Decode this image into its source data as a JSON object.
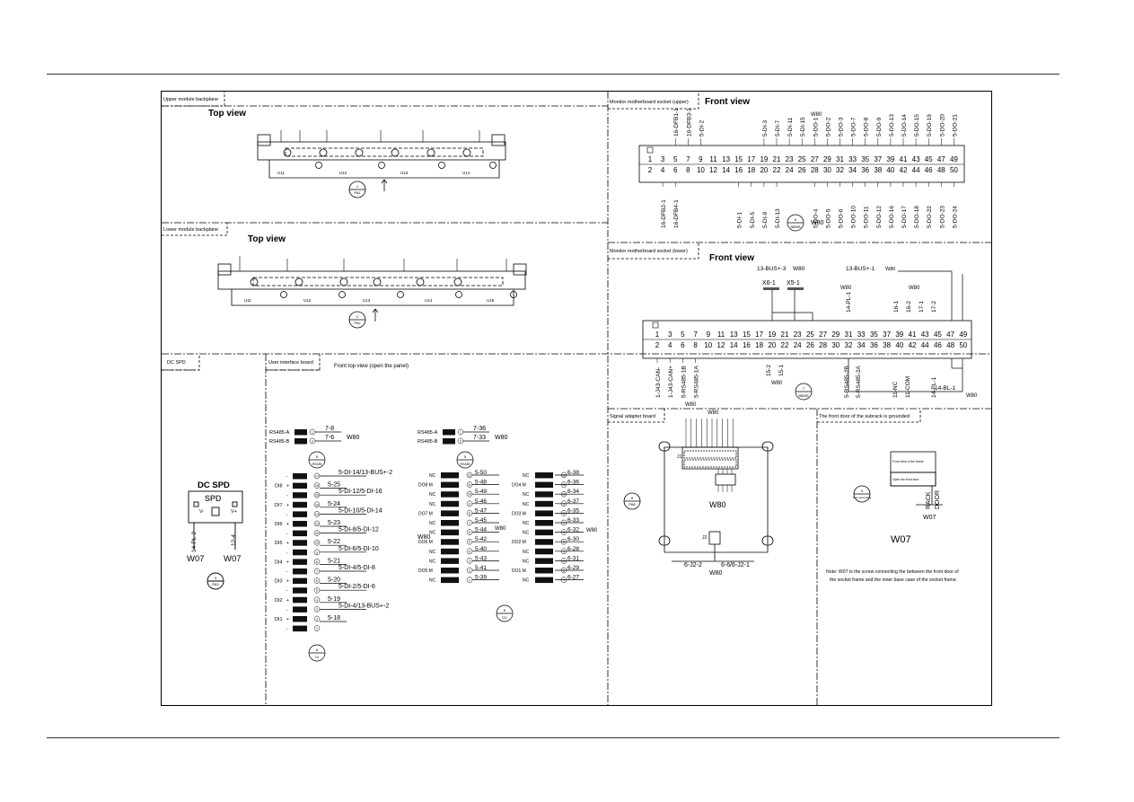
{
  "sections": {
    "upper_backplane": "Upper module backplane",
    "lower_backplane": "Lower module backplane",
    "dc_spd": "DC SPD",
    "user_interface": "User interface board",
    "monitor_upper": "Monitor motherboard socket (upper)",
    "monitor_lower": "Monitor motherboard socket (lower)",
    "signal_adapter": "Signal adapter board",
    "ground": "The front door of the subrack is grounded"
  },
  "views": {
    "top": "Top view",
    "front": "Front view",
    "front_top_open": "Front top view (open the panel)"
  },
  "wire": {
    "w80": "W80",
    "w07": "W07"
  },
  "upper_backplane": {
    "modules": [
      "U11",
      "U12",
      "U13",
      "U14"
    ],
    "ref_num": "1",
    "ref_label": "PA1"
  },
  "lower_backplane": {
    "modules": [
      "U11",
      "U12",
      "U13",
      "U14",
      "U15"
    ],
    "ref_num": "2",
    "ref_label": "PA2"
  },
  "dc_spd": {
    "title": "DC SPD",
    "inner": "SPD",
    "vminus": "V-",
    "vplus": "V+",
    "wire_left": "14-PL-2",
    "wire_right": "12-4",
    "w_left": "W07",
    "w_right": "W07",
    "ref_num": "3",
    "ref_label": "PA3"
  },
  "rs485_left": {
    "rows": [
      {
        "label": "RS485-A",
        "pin": "7-8"
      },
      {
        "label": "RS485-B",
        "pin": "7-6"
      }
    ],
    "wire": "W80",
    "ref_num": "5",
    "ref_label": "RS485"
  },
  "rs485_right": {
    "rows": [
      {
        "label": "RS485-A",
        "pin": "7-36"
      },
      {
        "label": "RS485-B",
        "pin": "7-33"
      }
    ],
    "wire": "W80",
    "ref_num": "5",
    "ref_label": "RS485"
  },
  "di": {
    "ref_num": "6",
    "ref_label": "DI",
    "groups": [
      "DI8",
      "DI7",
      "DI6",
      "DI5",
      "DI4",
      "DI3",
      "DI2",
      "DI1"
    ],
    "top_wires": [
      "5-DI-14/13-BUS+-2",
      "5-DI-12/5-DI-16",
      "5-DI-10/5-DI-14",
      "5-DI-8/5-DI-12",
      "5-DI-6/5-DI-10",
      "5-DI-4/5-DI-8",
      "5-DI-2/5-DI-6",
      "5-DI-4/13-BUS+-2"
    ],
    "bottom_wires": [
      "5-25",
      "5-24",
      "5-23",
      "5-22",
      "5-21",
      "5-20",
      "5-19",
      "5-18"
    ],
    "wire": "W80"
  },
  "do": {
    "ref_num": "5",
    "ref_label": "DO",
    "left_labels": [
      "NC",
      "DO8 M",
      "NC",
      "NC",
      "DO7 M",
      "NC",
      "NC",
      "DO6 M",
      "NC",
      "NC",
      "DO5 M",
      "NC"
    ],
    "left_pins": [
      "5-50",
      "5-48",
      "5-49",
      "5-46",
      "5-47",
      "5-45",
      "5-44",
      "5-42",
      "5-40",
      "5-43",
      "5-41",
      "5-39"
    ],
    "right_labels": [
      "NC",
      "DO4 M",
      "NC",
      "NC",
      "DO3 M",
      "NC",
      "NC",
      "DO2 M",
      "NC",
      "NC",
      "DO1 M",
      "NC"
    ],
    "right_pins": [
      "6-38",
      "6-36",
      "6-34",
      "6-37",
      "6-35",
      "6-33",
      "6-32",
      "6-30",
      "6-28",
      "6-31",
      "6-29",
      "6-27"
    ],
    "wire": "W80"
  },
  "monitor_upper": {
    "odd": [
      "1",
      "3",
      "5",
      "7",
      "9",
      "11",
      "13",
      "15",
      "17",
      "19",
      "21",
      "23",
      "25",
      "27",
      "29",
      "31",
      "33",
      "35",
      "37",
      "39",
      "41",
      "43",
      "45",
      "47",
      "49"
    ],
    "even": [
      "2",
      "4",
      "6",
      "8",
      "10",
      "12",
      "14",
      "16",
      "18",
      "20",
      "22",
      "24",
      "26",
      "28",
      "30",
      "32",
      "34",
      "36",
      "38",
      "40",
      "42",
      "44",
      "46",
      "48",
      "50"
    ],
    "top_wires": [
      "",
      "",
      "16-DFB1-1",
      "16-DFB3-1",
      "5-DI-2",
      "",
      "",
      "",
      "",
      "5-DI-3",
      "5-DI-7",
      "5-DI-11",
      "5-DI-15",
      "5-DO-1",
      "5-DO-2",
      "5-DO-3",
      "5-DO-7",
      "5-DO-8",
      "5-DO-9",
      "5-DO-13",
      "5-DO-14",
      "5-DO-15",
      "5-DO-19",
      "5-DO-20",
      "5-DO-21"
    ],
    "bottom_wires": [
      "",
      "16-DFB2-1",
      "16-DFB4-1",
      "",
      "",
      "",
      "",
      "5-DI-1",
      "5-DI-5",
      "5-DI-9",
      "5-DI-13",
      "",
      "",
      "5-DO-4",
      "5-DO-5",
      "5-DO-6",
      "5-DO-10",
      "5-DO-11",
      "5-DO-12",
      "5-DO-16",
      "5-DO-17",
      "5-DO-18",
      "5-DO-22",
      "5-DO-23",
      "5-DO-24"
    ],
    "wire_top": "W80",
    "wire_bottom": "W80",
    "ref_num": "6",
    "ref_label": "M800B"
  },
  "monitor_lower": {
    "top_labels": [
      "13-BUS+-3",
      "W80",
      "13-BUS+-1",
      "W80"
    ],
    "x6": "X6-1",
    "x5": "X5-1",
    "mid_labels": [
      "W80",
      "14-PL-1",
      "W80",
      "16-1",
      "16-2",
      "17-1",
      "17-2"
    ],
    "bottom_wires": [
      "1-J43-CAN-",
      "1-J43-CAN+",
      "5-RS485-1B",
      "5-RS485-1A"
    ],
    "bottom_mid": [
      "15-2",
      "15-1"
    ],
    "bottom_right": [
      "5-RS485-2B",
      "5-RS485-2A",
      "11-NC",
      "11-COM",
      "14-PL-1"
    ],
    "w_bottom1": "W80",
    "w_bottom2": "W80",
    "w_right": "W80",
    "last": "14-BL-1",
    "ref_num": "7",
    "ref_label": "M800B"
  },
  "signal_adapter": {
    "top_wire": "W80",
    "j1": "J1",
    "j2": "J2",
    "mid_wire": "W80",
    "left_wire": "6-J2-2",
    "right_wire": "6-6/6-J2-1",
    "bottom_wire": "W80",
    "ref_num": "8",
    "ref_label": "PA8"
  },
  "ground": {
    "box1": "Front view of the frame",
    "box2": "Open the front door",
    "rack": "RACK",
    "door": "DOOR",
    "wire": "W07",
    "big": "W07",
    "ref_num": "9",
    "ref_label": "Door grounding",
    "note1": "Note: W07 is the screw connecting the between the front door of",
    "note2": "the socket frame and the inner base case of the socket frame."
  }
}
